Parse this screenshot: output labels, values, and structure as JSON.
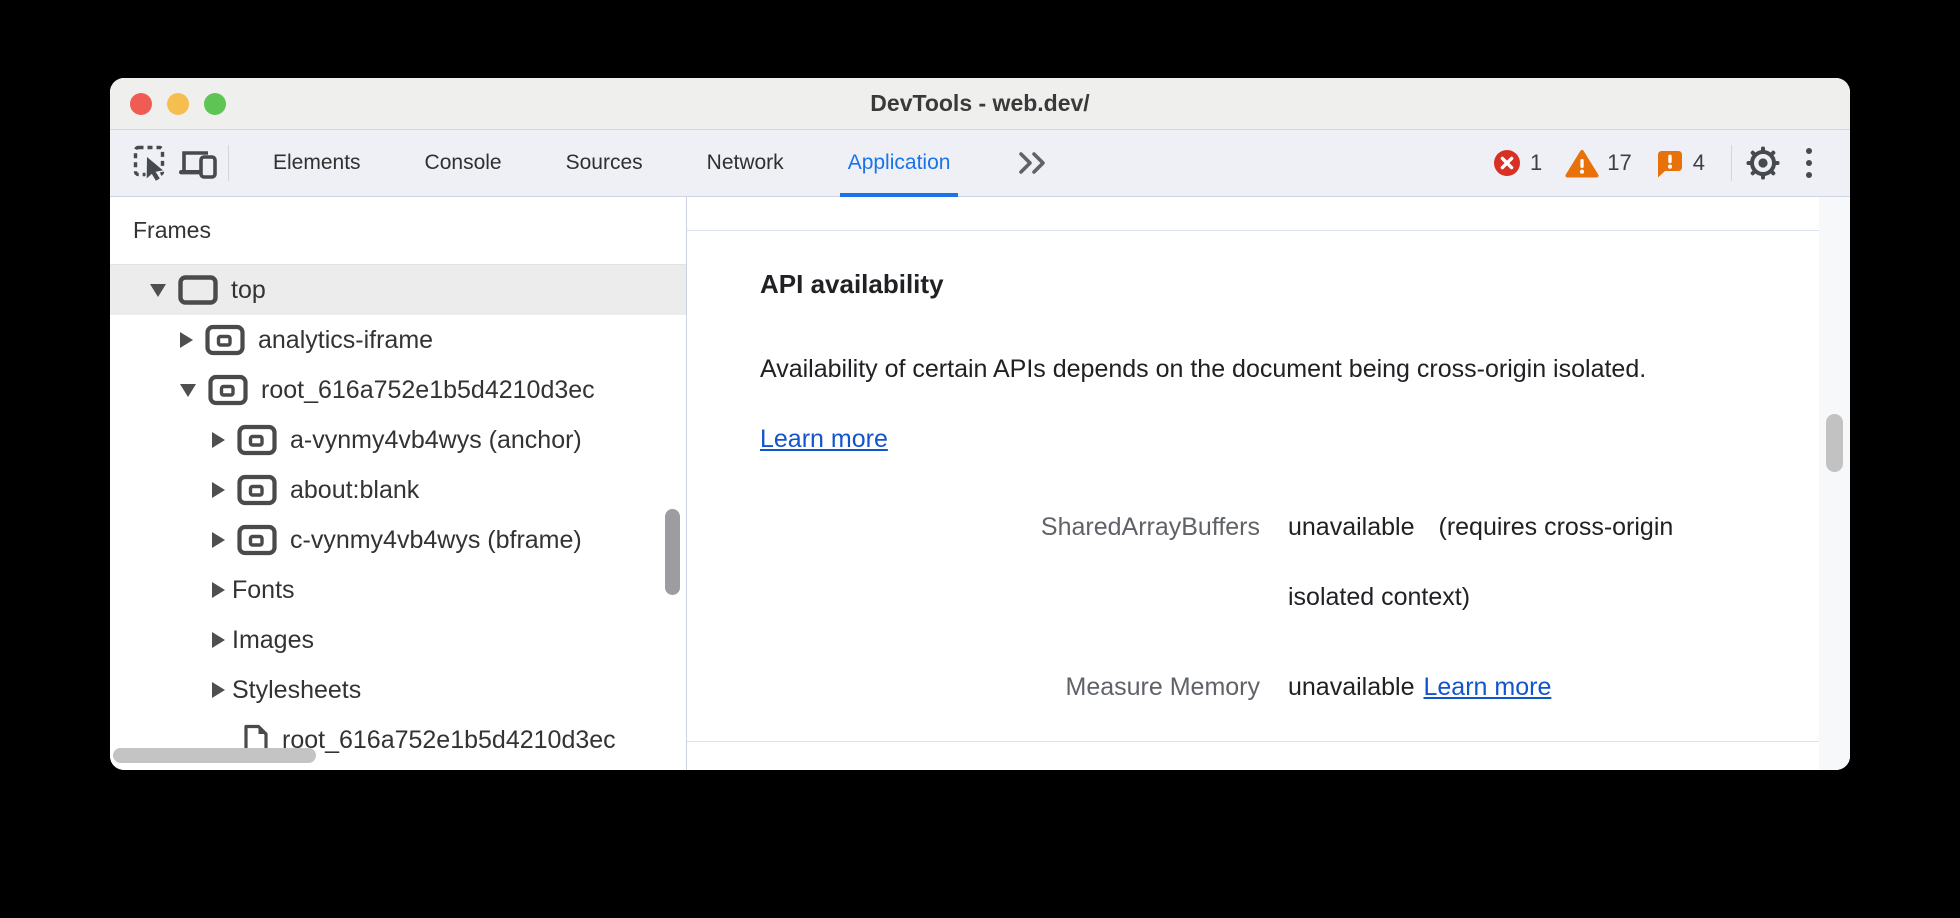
{
  "window": {
    "title": "DevTools - web.dev/"
  },
  "toolbar": {
    "tabs": [
      {
        "label": "Elements",
        "active": false
      },
      {
        "label": "Console",
        "active": false
      },
      {
        "label": "Sources",
        "active": false
      },
      {
        "label": "Network",
        "active": false
      },
      {
        "label": "Application",
        "active": true
      }
    ],
    "badges": {
      "errors": "1",
      "warnings": "17",
      "issues": "4"
    }
  },
  "sidebar": {
    "header": "Frames",
    "items": [
      {
        "label": "top",
        "level": 1,
        "expanded": true,
        "icon": "frame",
        "selected": true
      },
      {
        "label": "analytics-iframe",
        "level": 2,
        "expanded": false,
        "icon": "iframe"
      },
      {
        "label": "root_616a752e1b5d4210d3ec",
        "level": 2,
        "expanded": true,
        "icon": "iframe"
      },
      {
        "label": "a-vynmy4vb4wys (anchor)",
        "level": 3,
        "expanded": false,
        "icon": "iframe"
      },
      {
        "label": "about:blank",
        "level": 3,
        "expanded": false,
        "icon": "iframe"
      },
      {
        "label": "c-vynmy4vb4wys (bframe)",
        "level": 3,
        "expanded": false,
        "icon": "iframe"
      },
      {
        "label": "Fonts",
        "level": 3,
        "expanded": false,
        "icon": null
      },
      {
        "label": "Images",
        "level": 3,
        "expanded": false,
        "icon": null
      },
      {
        "label": "Stylesheets",
        "level": 3,
        "expanded": false,
        "icon": null
      },
      {
        "label": "root_616a752e1b5d4210d3ec",
        "level": 3,
        "expanded": null,
        "icon": "document"
      }
    ]
  },
  "content": {
    "heading": "API availability",
    "description": "Availability of certain APIs depends on the document being cross-origin isolated.",
    "description_link": "Learn more",
    "fields": [
      {
        "label": "SharedArrayBuffers",
        "status": "unavailable",
        "detail": "(requires cross-origin isolated context)",
        "link": null
      },
      {
        "label": "Measure Memory",
        "status": "unavailable",
        "detail": null,
        "link": "Learn more"
      }
    ]
  },
  "colors": {
    "accent": "#1a73e8",
    "link": "#1155cc",
    "error": "#d93025",
    "warning": "#e8710a",
    "icon": "#46494e"
  }
}
